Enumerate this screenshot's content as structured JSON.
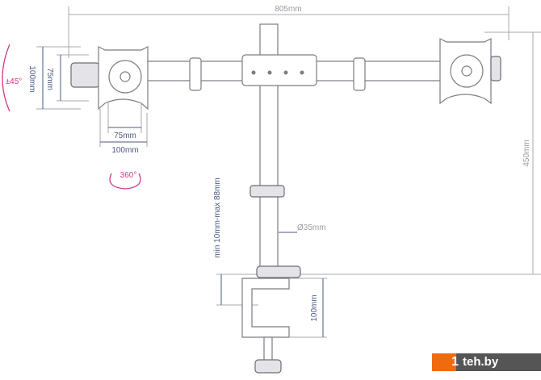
{
  "dimensions": {
    "total_width": "805mm",
    "height": "450mm",
    "vesa_75_vertical": "75mm",
    "vesa_100_vertical": "100mm",
    "vesa_75_horizontal": "75mm",
    "vesa_100_horizontal": "100mm",
    "pole_diameter": "Ø35mm",
    "desk_thickness": "min 10mm-max 88mm",
    "clamp_depth": "100mm"
  },
  "rotations": {
    "tilt": "±45°",
    "swivel": "360°"
  },
  "logo": {
    "number": "1",
    "text": "teh.by"
  },
  "colors": {
    "dimension": "#4a5a80",
    "rotation": "#d0368a",
    "logo_orange": "#f06a10",
    "logo_dark": "#555555"
  }
}
